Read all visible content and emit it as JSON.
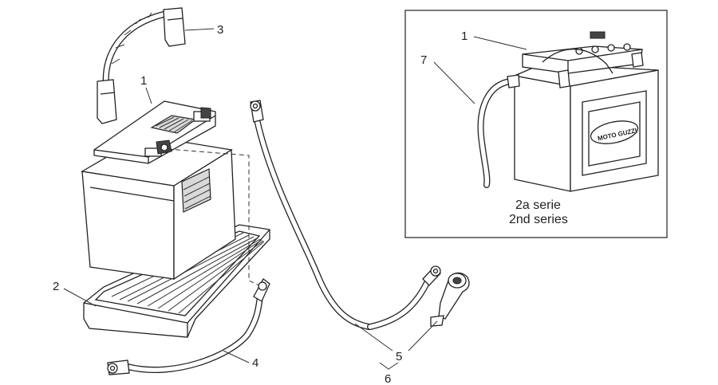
{
  "callouts": {
    "c1_main": "1",
    "c1_inset": "1",
    "c2": "2",
    "c3": "3",
    "c4": "4",
    "c5": "5",
    "c6": "6",
    "c7": "7"
  },
  "inset": {
    "caption_line1": "2a serie",
    "caption_line2": "2nd series",
    "logo_text": "MOTO GUZZI"
  }
}
